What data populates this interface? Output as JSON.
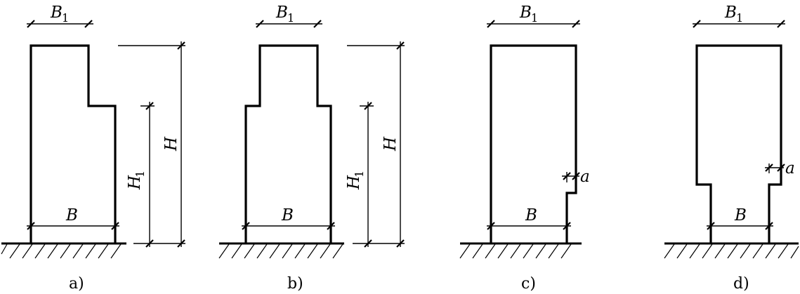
{
  "labels": {
    "B1": "B",
    "B1_sub": "1",
    "B": "B",
    "H": "H",
    "H1": "H",
    "H1_sub": "1",
    "a": "a"
  },
  "captions": [
    "a)",
    "b)",
    "c)",
    "d)"
  ]
}
